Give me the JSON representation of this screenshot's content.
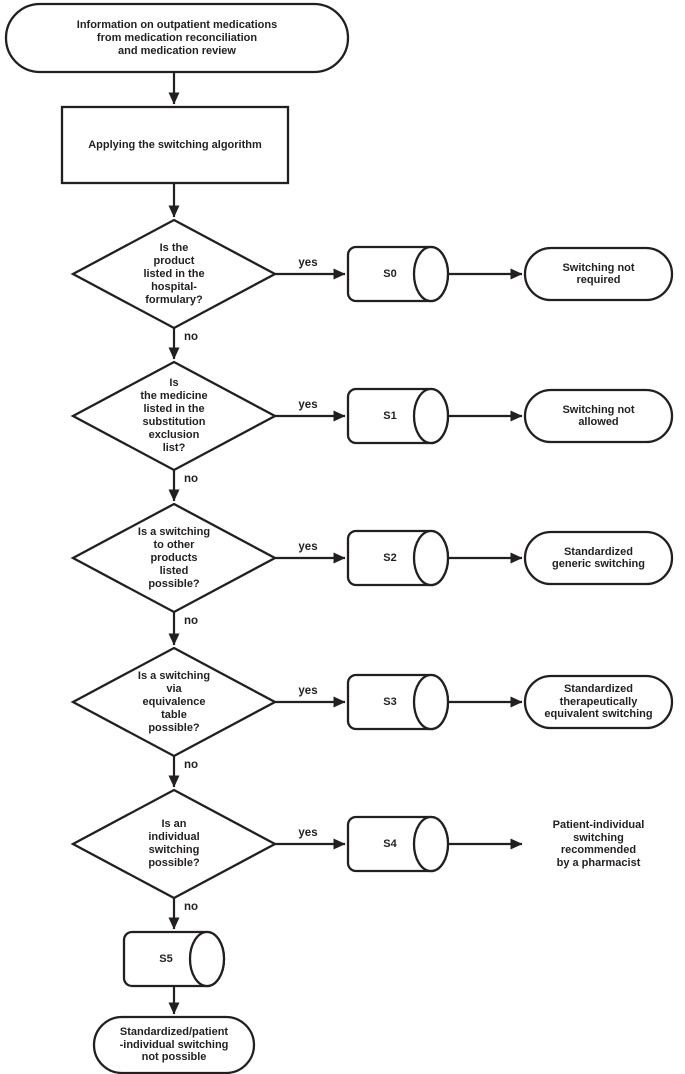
{
  "colors": {
    "stroke": "#231f20",
    "fill": "#ffffff",
    "text": "#231f20",
    "background": "#ffffff"
  },
  "flowchart": {
    "start": "Information on outpatient medications\nfrom medication reconciliation\nand medication review",
    "process": "Applying the switching algorithm",
    "yes_label": "yes",
    "no_label": "no",
    "decisions": [
      {
        "question": "Is the\nproduct\nlisted in the\nhospital-\nformulary?",
        "step": "S0",
        "outcome": "Switching not\nrequired"
      },
      {
        "question": "Is\nthe medicine\nlisted in the\nsubstitution\nexclusion\nlist?",
        "step": "S1",
        "outcome": "Switching not\nallowed"
      },
      {
        "question": "Is a switching\nto other\nproducts\nlisted\npossible?",
        "step": "S2",
        "outcome": "Standardized\ngeneric switching"
      },
      {
        "question": "Is a switching\nvia\nequivalence\ntable\npossible?",
        "step": "S3",
        "outcome": "Standardized\ntherapeutically\nequivalent switching"
      },
      {
        "question": "Is an\nindividual\nswitching\npossible?",
        "step": "S4",
        "outcome": "Patient-individual\nswitching\nrecommended\nby a pharmacist"
      }
    ],
    "fallback_step": "S5",
    "fallback_outcome": "Standardized/patient\n-individual switching\nnot possible"
  }
}
